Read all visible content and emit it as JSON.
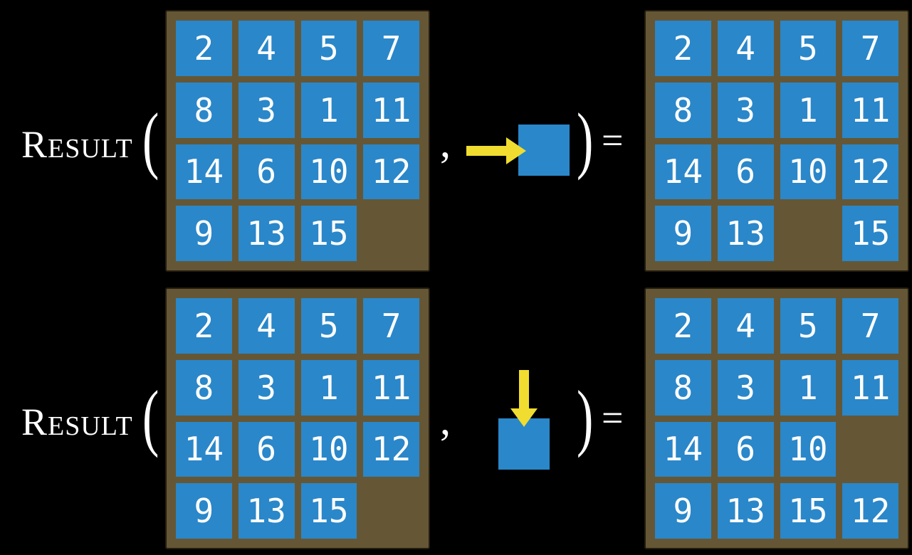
{
  "figure": {
    "function_name": "Result",
    "open_paren": "(",
    "comma": ",",
    "close_paren": ")",
    "equals": "=",
    "puzzle": "15-puzzle 4x4 sliding-tile board",
    "examples": [
      {
        "id": "move-right",
        "move_direction": "right",
        "input_board": [
          [
            "2",
            "4",
            "5",
            "7"
          ],
          [
            "8",
            "3",
            "1",
            "11"
          ],
          [
            "14",
            "6",
            "10",
            "12"
          ],
          [
            "9",
            "13",
            "15",
            ""
          ]
        ],
        "output_board": [
          [
            "2",
            "4",
            "5",
            "7"
          ],
          [
            "8",
            "3",
            "1",
            "11"
          ],
          [
            "14",
            "6",
            "10",
            "12"
          ],
          [
            "9",
            "13",
            "",
            "15"
          ]
        ]
      },
      {
        "id": "move-down",
        "move_direction": "down",
        "input_board": [
          [
            "2",
            "4",
            "5",
            "7"
          ],
          [
            "8",
            "3",
            "1",
            "11"
          ],
          [
            "14",
            "6",
            "10",
            "12"
          ],
          [
            "9",
            "13",
            "15",
            ""
          ]
        ],
        "output_board": [
          [
            "2",
            "4",
            "5",
            "7"
          ],
          [
            "8",
            "3",
            "1",
            "11"
          ],
          [
            "14",
            "6",
            "10",
            ""
          ],
          [
            "9",
            "13",
            "15",
            "12"
          ]
        ]
      }
    ]
  },
  "colors": {
    "background": "#000000",
    "board_brown": "#655735",
    "board_border": "#241d0f",
    "tile_blue": "#2a87c9",
    "tile_text": "#ffffff",
    "arrow_yellow": "#f0dd30",
    "label_white": "#ffffff"
  }
}
